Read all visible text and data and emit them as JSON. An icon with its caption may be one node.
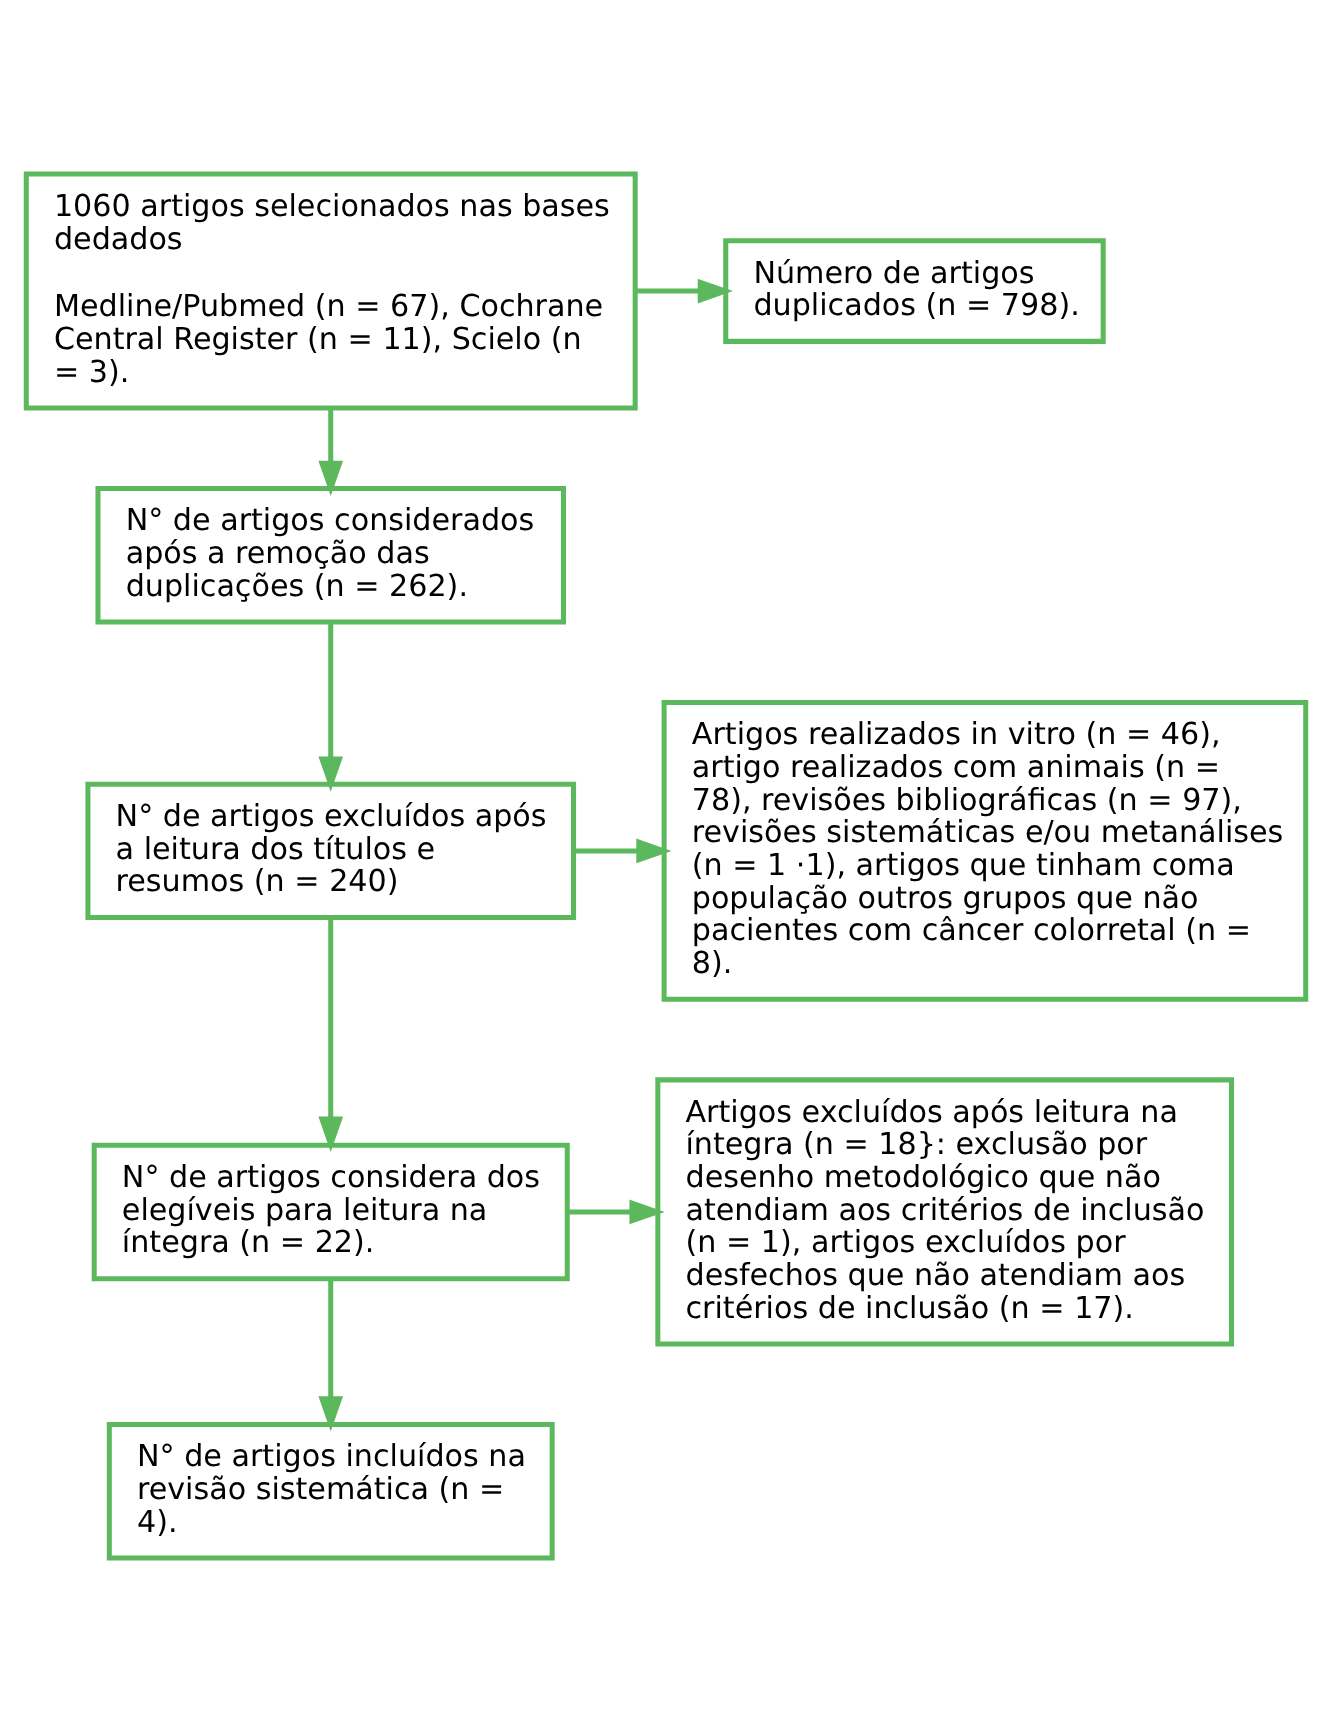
{
  "diagram": {
    "nodes": [
      {
        "text": [
          "1060 artigos selecionados nas bases dedados",
          "Medline/Pubmed (n = 67), Cochrane Central Register (n = 11), Scielo (n = 3)."
        ]
      },
      {
        "text": [
          "Número de artigos duplicados (n = 798)."
        ]
      },
      {
        "text": [
          "N° de artigos considerados após a remoção das duplicações (n = 262)."
        ]
      },
      {
        "text": [
          "Artigos realizados in vitro (n = 46), artigo realizados com animais (n = 78), revisões bibliográficas (n = 97), revisões sistemáticas e/ou metanálises (n = 1 ·1), artigos que tinham coma população outros grupos que não pacientes com câncer colorretal (n = 8)."
        ]
      },
      {
        "text": [
          "N° de artigos excluídos após a leitura dos títulos e resumos (n = 240)"
        ]
      },
      {
        "text": [
          "N° de artigos considera dos elegíveis para leitura na íntegra (n = 22)."
        ]
      },
      {
        "text": [
          "Artigos excluídos após leitura na íntegra (n = 18}: exclusão por desenho metodológico que não atendiam aos critérios de inclusão (n = 1), artigos excluídos por desfechos que não atendiam aos critérios de inclusão (n = 17)."
        ]
      },
      {
        "text": [
          "N° de artigos incluídos na revisão sistemática (n = 4)."
        ]
      }
    ],
    "edges": [
      {
        "from": 0,
        "to": 1,
        "arrow": "to"
      },
      {
        "from": 0,
        "to": 2,
        "arrow": "to"
      },
      {
        "from": 2,
        "to": 4,
        "arrow": "to"
      },
      {
        "from": 4,
        "to": 3,
        "arrow": "to"
      },
      {
        "from": 4,
        "to": 5,
        "arrow": "to"
      },
      {
        "from": 5,
        "to": 6,
        "arrow": "to"
      },
      {
        "from": 5,
        "to": 7,
        "arrow": "to"
      }
    ]
  }
}
